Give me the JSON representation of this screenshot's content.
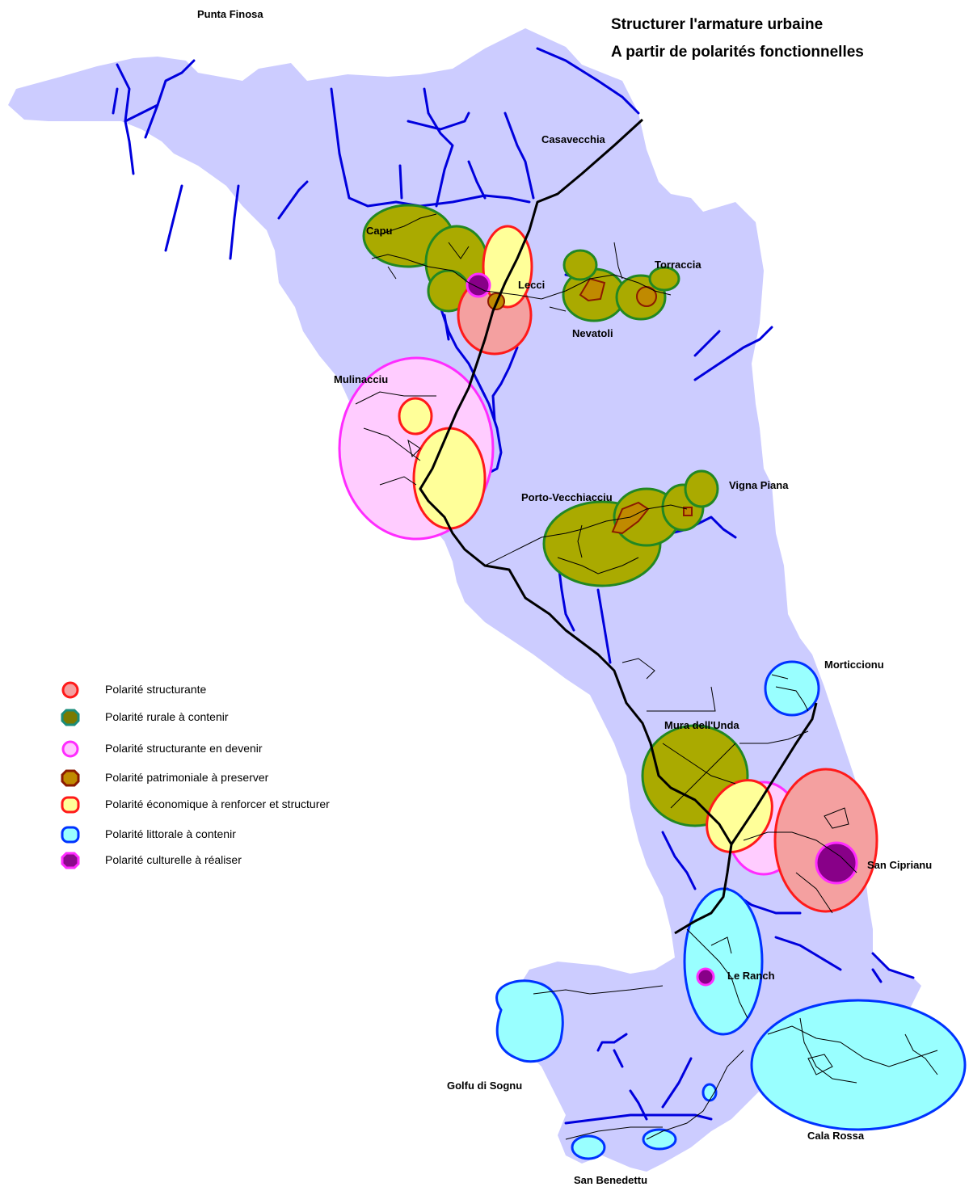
{
  "title": {
    "line1": "Structurer l'armature urbaine",
    "line2": "A partir de polarités fonctionnelles"
  },
  "places": {
    "punta_finosa": "Punta Finosa",
    "casavecchia": "Casavecchia",
    "capu": "Capu",
    "lecci": "Lecci",
    "torraccia": "Torraccia",
    "nevatoli": "Nevatoli",
    "mulinacciu": "Mulinacciu",
    "porto_vecchiacciu": "Porto-Vecchiacciu",
    "vigna_piana": "Vigna Piana",
    "morticcionu": "Morticcionu",
    "mura_dell_unda": "Mura dell'Unda",
    "san_ciprianu": "San Ciprianu",
    "le_ranch": "Le Ranch",
    "golfu_di_sognu": "Golfu di Sognu",
    "cala_rossa": "Cala Rossa",
    "san_benedettu": "San Benedettu"
  },
  "legend": [
    {
      "label": "Polarité structurante",
      "fill": "#f4a0a0",
      "stroke": "#ff1a1a"
    },
    {
      "label": "Polarité rurale à contenir",
      "fill": "#7a7a00",
      "stroke": "#1a8c7a"
    },
    {
      "label": "Polarité structurante en devenir",
      "fill": "#ffc8ff",
      "stroke": "#ff2cff"
    },
    {
      "label": "Polarité patrimoniale à preserver",
      "fill": "#c08a00",
      "stroke": "#8b1a00"
    },
    {
      "label": "Polarité économique à renforcer et structurer",
      "fill": "#ffff99",
      "stroke": "#ff1a1a"
    },
    {
      "label": "Polarité littorale à contenir",
      "fill": "#99ffff",
      "stroke": "#0033ff"
    },
    {
      "label": "Polarité culturelle à réaliser",
      "fill": "#8b0a8b",
      "stroke": "#ff2cff"
    }
  ],
  "colors": {
    "land": "#ccccff",
    "river": "#0000dd",
    "road": "#000000",
    "structurante": "#f4a0a0",
    "rurale": "#aaaa00",
    "devenir": "#ffccff",
    "economique": "#ffff99",
    "littorale": "#99ffff",
    "culturelle": "#880088",
    "patrimoniale": "#c08a00"
  }
}
